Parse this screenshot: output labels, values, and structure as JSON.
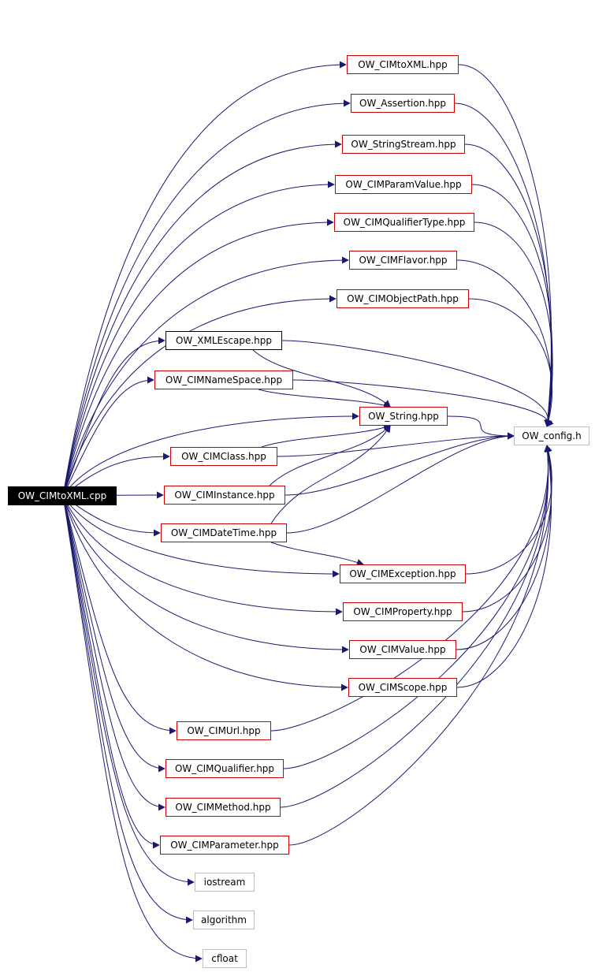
{
  "graph": {
    "root": "OW_CIMtoXML.cpp",
    "nodes": [
      {
        "id": "root",
        "label": "OW_CIMtoXML.cpp",
        "style": "root"
      },
      {
        "id": "cimtoxml",
        "label": "OW_CIMtoXML.hpp",
        "style": "red"
      },
      {
        "id": "assertion",
        "label": "OW_Assertion.hpp",
        "style": "red"
      },
      {
        "id": "stringstream",
        "label": "OW_StringStream.hpp",
        "style": "red"
      },
      {
        "id": "paramvalue",
        "label": "OW_CIMParamValue.hpp",
        "style": "red"
      },
      {
        "id": "qualifiertype",
        "label": "OW_CIMQualifierType.hpp",
        "style": "red"
      },
      {
        "id": "flavor",
        "label": "OW_CIMFlavor.hpp",
        "style": "red"
      },
      {
        "id": "objectpath",
        "label": "OW_CIMObjectPath.hpp",
        "style": "red"
      },
      {
        "id": "xmlescape",
        "label": "OW_XMLEscape.hpp",
        "style": "black"
      },
      {
        "id": "namespace",
        "label": "OW_CIMNameSpace.hpp",
        "style": "red"
      },
      {
        "id": "string",
        "label": "OW_String.hpp",
        "style": "red"
      },
      {
        "id": "config",
        "label": "OW_config.h",
        "style": "gray"
      },
      {
        "id": "cimclass",
        "label": "OW_CIMClass.hpp",
        "style": "red"
      },
      {
        "id": "instance",
        "label": "OW_CIMInstance.hpp",
        "style": "red"
      },
      {
        "id": "datetime",
        "label": "OW_CIMDateTime.hpp",
        "style": "red"
      },
      {
        "id": "exception",
        "label": "OW_CIMException.hpp",
        "style": "red"
      },
      {
        "id": "property",
        "label": "OW_CIMProperty.hpp",
        "style": "red"
      },
      {
        "id": "value",
        "label": "OW_CIMValue.hpp",
        "style": "red"
      },
      {
        "id": "scope",
        "label": "OW_CIMScope.hpp",
        "style": "red"
      },
      {
        "id": "url",
        "label": "OW_CIMUrl.hpp",
        "style": "red"
      },
      {
        "id": "qualifier",
        "label": "OW_CIMQualifier.hpp",
        "style": "red"
      },
      {
        "id": "method",
        "label": "OW_CIMMethod.hpp",
        "style": "red"
      },
      {
        "id": "parameter",
        "label": "OW_CIMParameter.hpp",
        "style": "red"
      },
      {
        "id": "iostream",
        "label": "iostream",
        "style": "gray"
      },
      {
        "id": "algorithm",
        "label": "algorithm",
        "style": "gray"
      },
      {
        "id": "cfloat",
        "label": "cfloat",
        "style": "gray"
      }
    ],
    "edges": [
      [
        "root",
        "cimtoxml"
      ],
      [
        "root",
        "assertion"
      ],
      [
        "root",
        "stringstream"
      ],
      [
        "root",
        "paramvalue"
      ],
      [
        "root",
        "qualifiertype"
      ],
      [
        "root",
        "flavor"
      ],
      [
        "root",
        "objectpath"
      ],
      [
        "root",
        "xmlescape"
      ],
      [
        "root",
        "namespace"
      ],
      [
        "root",
        "string"
      ],
      [
        "root",
        "cimclass"
      ],
      [
        "root",
        "instance"
      ],
      [
        "root",
        "datetime"
      ],
      [
        "root",
        "exception"
      ],
      [
        "root",
        "property"
      ],
      [
        "root",
        "value"
      ],
      [
        "root",
        "scope"
      ],
      [
        "root",
        "url"
      ],
      [
        "root",
        "qualifier"
      ],
      [
        "root",
        "method"
      ],
      [
        "root",
        "parameter"
      ],
      [
        "root",
        "iostream"
      ],
      [
        "root",
        "algorithm"
      ],
      [
        "root",
        "cfloat"
      ],
      [
        "cimtoxml",
        "config"
      ],
      [
        "assertion",
        "config"
      ],
      [
        "stringstream",
        "config"
      ],
      [
        "paramvalue",
        "config"
      ],
      [
        "qualifiertype",
        "config"
      ],
      [
        "flavor",
        "config"
      ],
      [
        "objectpath",
        "config"
      ],
      [
        "xmlescape",
        "config"
      ],
      [
        "namespace",
        "config"
      ],
      [
        "string",
        "config"
      ],
      [
        "cimclass",
        "config"
      ],
      [
        "instance",
        "config"
      ],
      [
        "datetime",
        "config"
      ],
      [
        "exception",
        "config"
      ],
      [
        "property",
        "config"
      ],
      [
        "value",
        "config"
      ],
      [
        "scope",
        "config"
      ],
      [
        "url",
        "config"
      ],
      [
        "qualifier",
        "config"
      ],
      [
        "method",
        "config"
      ],
      [
        "parameter",
        "config"
      ],
      [
        "xmlescape",
        "string"
      ],
      [
        "namespace",
        "string"
      ],
      [
        "cimclass",
        "string"
      ],
      [
        "instance",
        "string"
      ],
      [
        "datetime",
        "string"
      ],
      [
        "datetime",
        "exception"
      ]
    ],
    "colors": {
      "edge": "#191970",
      "internal_border": "#cc0000",
      "external_border": "#bfbfbf",
      "root_fill": "#000000"
    }
  }
}
